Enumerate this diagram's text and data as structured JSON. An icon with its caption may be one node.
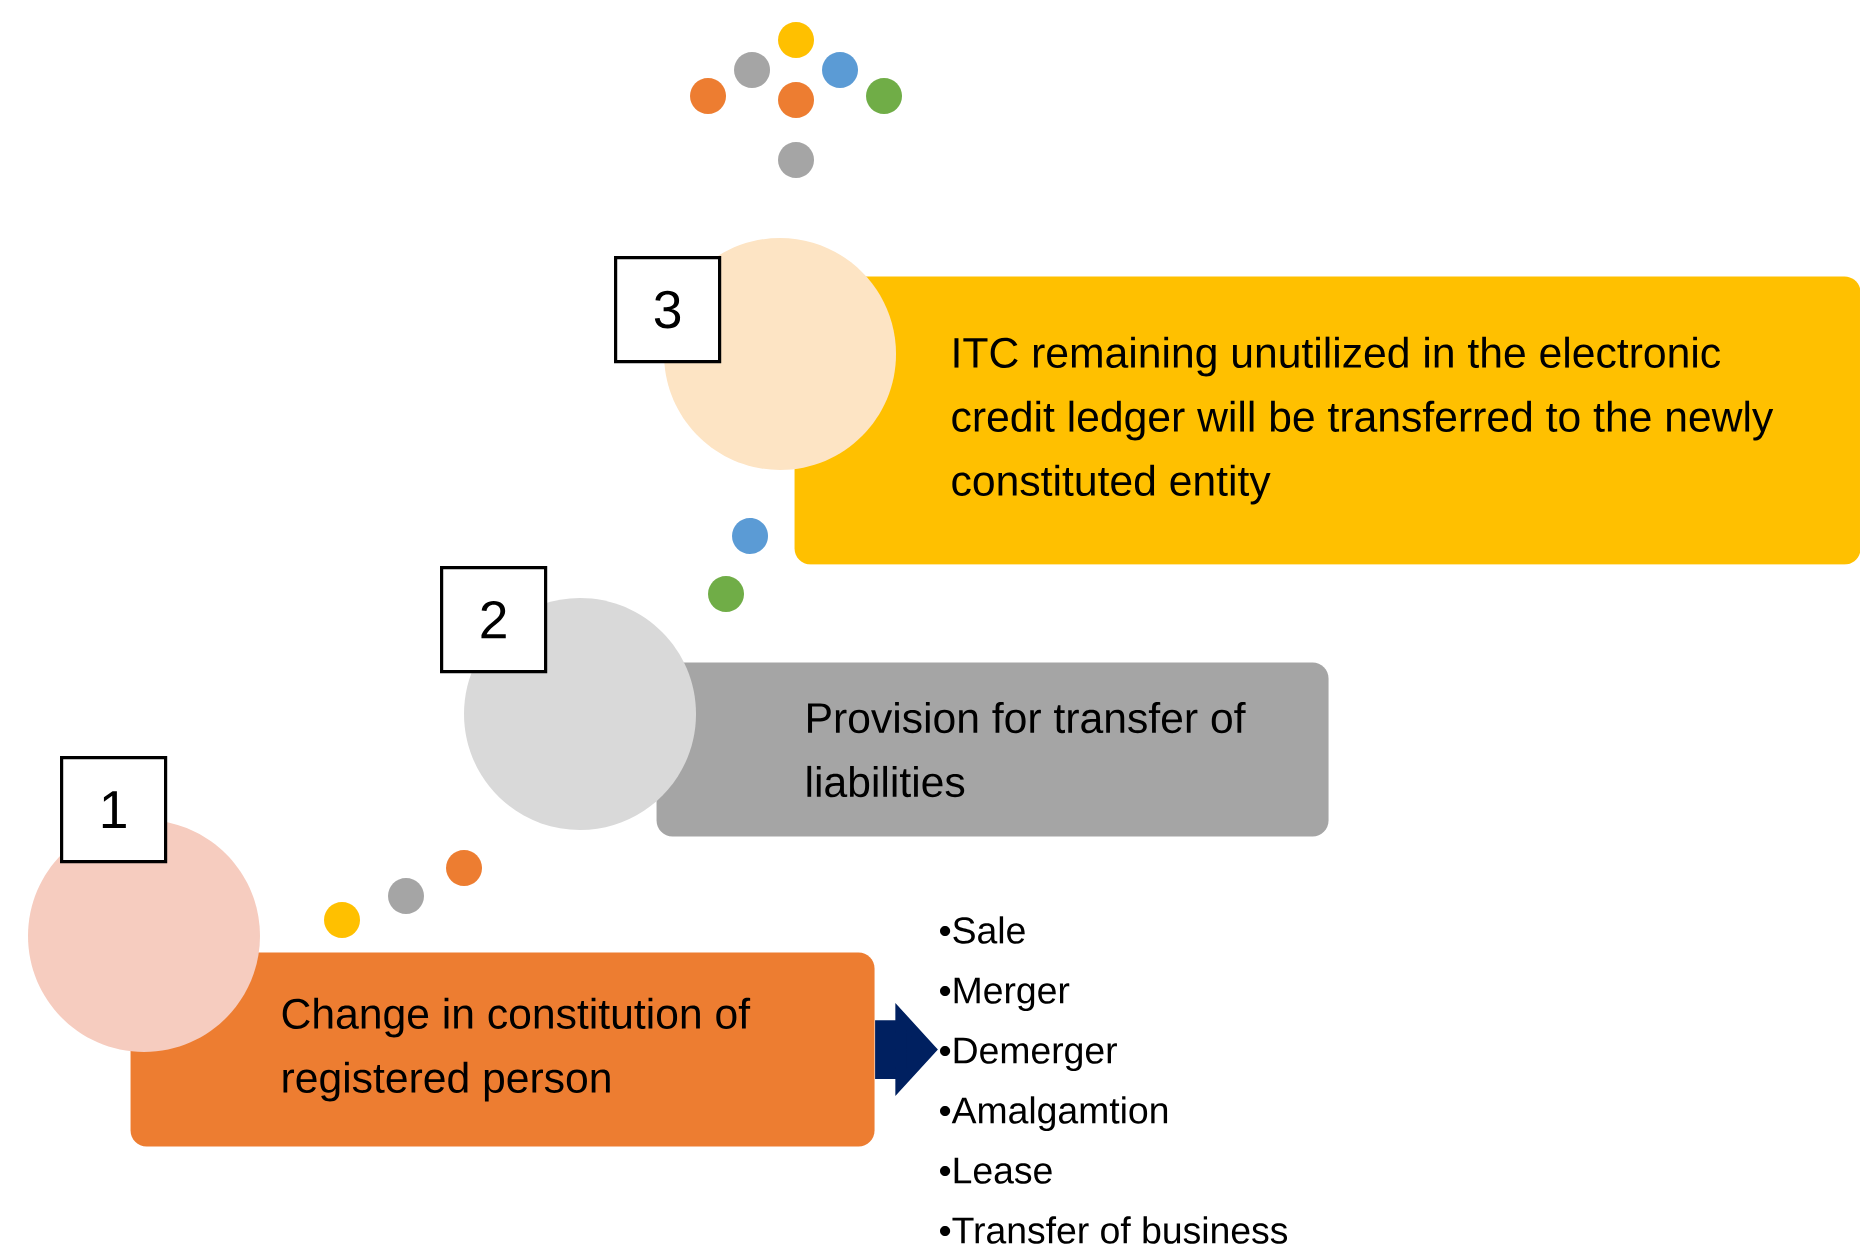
{
  "diagram": {
    "nodes": [
      {
        "text": [
          "3"
        ]
      },
      {
        "text": [],
        "shape": "circle"
      },
      {
        "text": [
          "ITC remaining unutilized in the electronic credit ledger will be transferred to the newly constituted entity"
        ]
      },
      {
        "text": [
          "2"
        ]
      },
      {
        "text": [],
        "shape": "circle"
      },
      {
        "text": [
          "Provision for transfer of liabilities"
        ]
      },
      {
        "text": [
          "1"
        ]
      },
      {
        "text": [],
        "shape": "circle"
      },
      {
        "text": [
          "Change in constitution of registered person"
        ]
      },
      {
        "text": [
          "•Sale",
          "•Merger",
          "•Demerger",
          "•Amalgamtion",
          "•Lease",
          "•Transfer of business"
        ]
      }
    ],
    "edges": [
      {
        "from": 8,
        "to": 9,
        "arrow": "to",
        "color": "#002060"
      }
    ]
  }
}
